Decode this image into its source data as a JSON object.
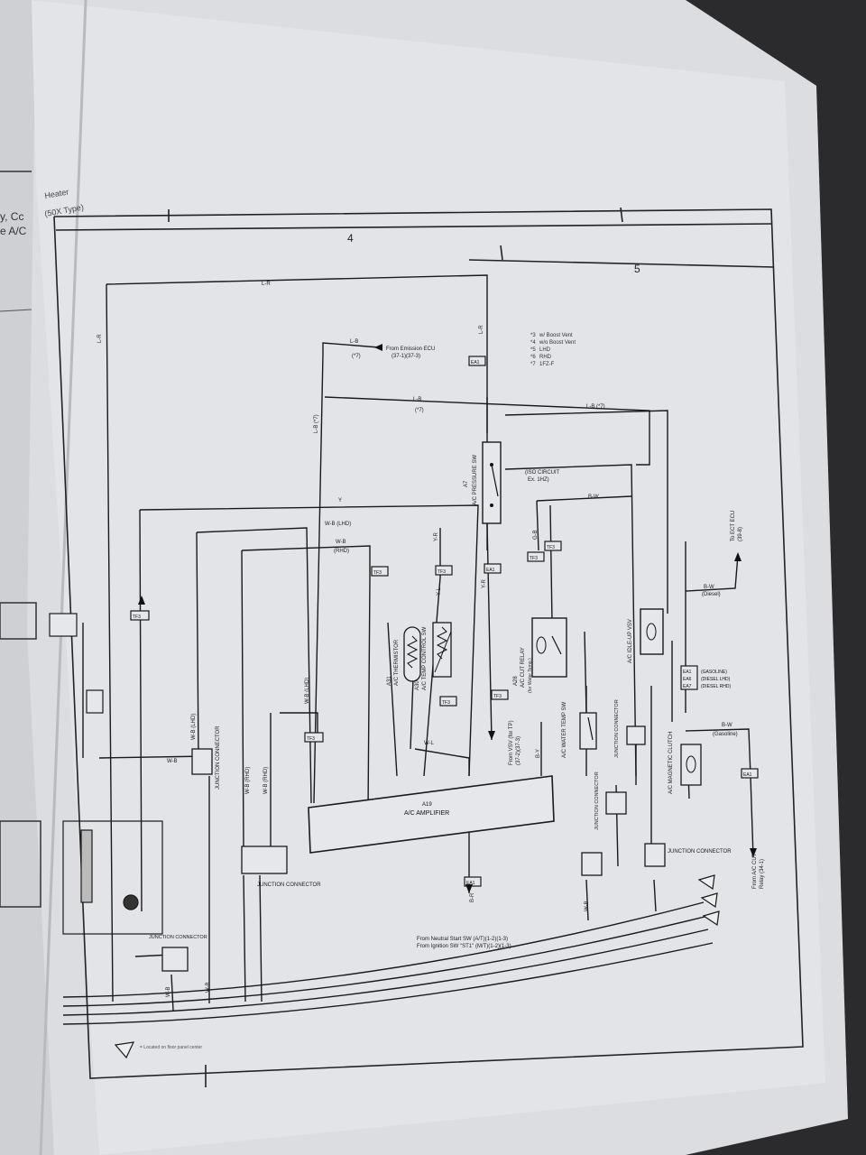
{
  "page": {
    "header_text": [
      "Heater",
      "(50X Type)"
    ],
    "left_page_text": [
      "y, Cc",
      "e A/C"
    ],
    "section_numbers": [
      "4",
      "5"
    ]
  },
  "legend": {
    "items": [
      {
        "key": "*3",
        "text": "w/ Boost Vent"
      },
      {
        "key": "*4",
        "text": "w/o Boost Vent"
      },
      {
        "key": "*5",
        "text": "LHD"
      },
      {
        "key": "*6",
        "text": "RHD"
      },
      {
        "key": "*7",
        "text": "1FZ-F"
      }
    ]
  },
  "components": {
    "ac_amplifier": {
      "code": "A19",
      "name": "A/C AMPLIFIER"
    },
    "ac_thermistor": {
      "code": "A31",
      "name": "A/C THERMISTOR"
    },
    "ac_temp_control_sw": {
      "code": "A30",
      "name": "A/C TEMP CONTROL SW"
    },
    "ac_pressure_sw": {
      "code": "A7",
      "name": "A/C PRESSURE SW"
    },
    "ac_cut_relay": {
      "code": "A28",
      "name": "A/C CUT RELAY",
      "sub": "(for Water Temp.)"
    },
    "ac_idle_up_vsv": {
      "name": "A/C IDLE-UP VSV"
    },
    "ac_water_temp_sw": {
      "name": "A/C WATER TEMP SW"
    },
    "ac_magnetic_clutch": {
      "name": "A/C MAGNETIC CLUTCH"
    },
    "junction_connector_label": "JUNCTION CONNECTOR"
  },
  "connectors": {
    "tf3": "TF3",
    "ea1": "EA1",
    "ea6": "EA6",
    "ea7": "EA7"
  },
  "notes": {
    "from_emission_ecu": "From Emission ECU",
    "from_emission_ecu_ref": "(37-1)(37-3)",
    "from_vsv": "From VSV (for TP)",
    "from_vsv_ref": "(37-2)(37-3)",
    "from_neutral_start": "From Neutral Start SW (A/T)(1-2)(1-3)",
    "from_ignition": "From Ignition SW \"ST1\" (M/T)(1-2)(1-3)",
    "from_ac_cut_relay": "From A/C CUT",
    "from_ac_cut_relay_2": "Relay (34-1)",
    "to_ect_ecu": "To ECT ECU",
    "to_ect_ecu_ref": "(39-8)",
    "iso_circuit": "(ISO CIRCUIT",
    "iso_circuit_2": "Ex. 1HZ)",
    "gasoline": "(GASOLINE)",
    "diesel_lhd": "(DIESEL LHD)",
    "diesel_rhd": "(DIESEL RHD)",
    "diesel": "(Diesel)",
    "gasoline_small": "(Gasoline)",
    "ground_note": "= Located on floor panel center"
  },
  "wires": {
    "lr": "L-R",
    "lb": "L-B",
    "lb7": "L-B (*7)",
    "star7": "(*7)",
    "y": "Y",
    "wb": "W-B",
    "wb_lhd": "W-B (LHD)",
    "wb_rhd": "W-B (RHD)",
    "rhd": "(RHD)",
    "yr": "Y-R",
    "yl": "Y-L",
    "bw": "B-W",
    "gb": "G-B",
    "wl": "W-L",
    "by": "B-Y",
    "br": "B-R"
  }
}
